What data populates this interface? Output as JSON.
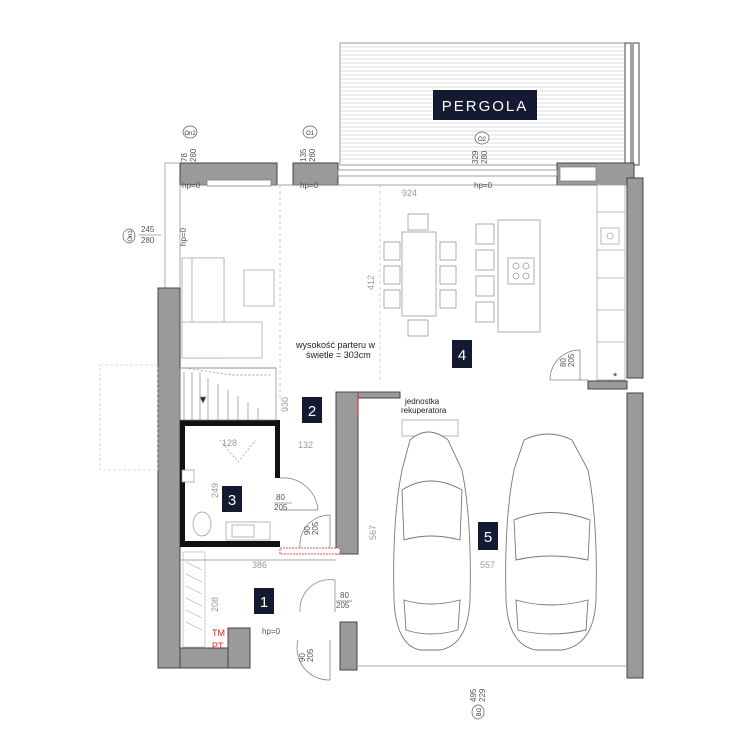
{
  "terrace_label": "PERGOLA",
  "ceiling_note": {
    "line1": "wysokość parteru w",
    "line2": "świetle = 303cm"
  },
  "recuperator_label": {
    "line1": "jednostka",
    "line2": "rekuperatora"
  },
  "rooms": [
    {
      "num": "1"
    },
    {
      "num": "2"
    },
    {
      "num": "3"
    },
    {
      "num": "4"
    },
    {
      "num": "5"
    }
  ],
  "windows": [
    {
      "tag": "On2",
      "dims": [
        "78",
        "280"
      ],
      "sill": "hp=0"
    },
    {
      "tag": "O1",
      "dims": [
        "135",
        "280"
      ],
      "sill": "hp=0"
    },
    {
      "tag": "O2",
      "dims": [
        "329",
        "280"
      ],
      "sill": "hp=0"
    },
    {
      "tag": "On1",
      "dims": [
        "245",
        "280"
      ],
      "sill": "hp=0"
    },
    {
      "tag": "BG",
      "dims": [
        "495",
        "229"
      ]
    }
  ],
  "doors": [
    {
      "dims": [
        "80",
        "205"
      ]
    },
    {
      "dims": [
        "90",
        "205"
      ]
    },
    {
      "dims": [
        "80",
        "205"
      ]
    },
    {
      "dims": [
        "90",
        "205"
      ]
    },
    {
      "dims": [
        "80",
        "205"
      ]
    }
  ],
  "entrance_sill": "hp=0",
  "dimensions": [
    "924",
    "412",
    "930",
    "132",
    "128",
    "249",
    "386",
    "567",
    "557",
    "208"
  ],
  "cabinet_labels": {
    "tm": "TM",
    "pt": "PT"
  },
  "star": "*"
}
